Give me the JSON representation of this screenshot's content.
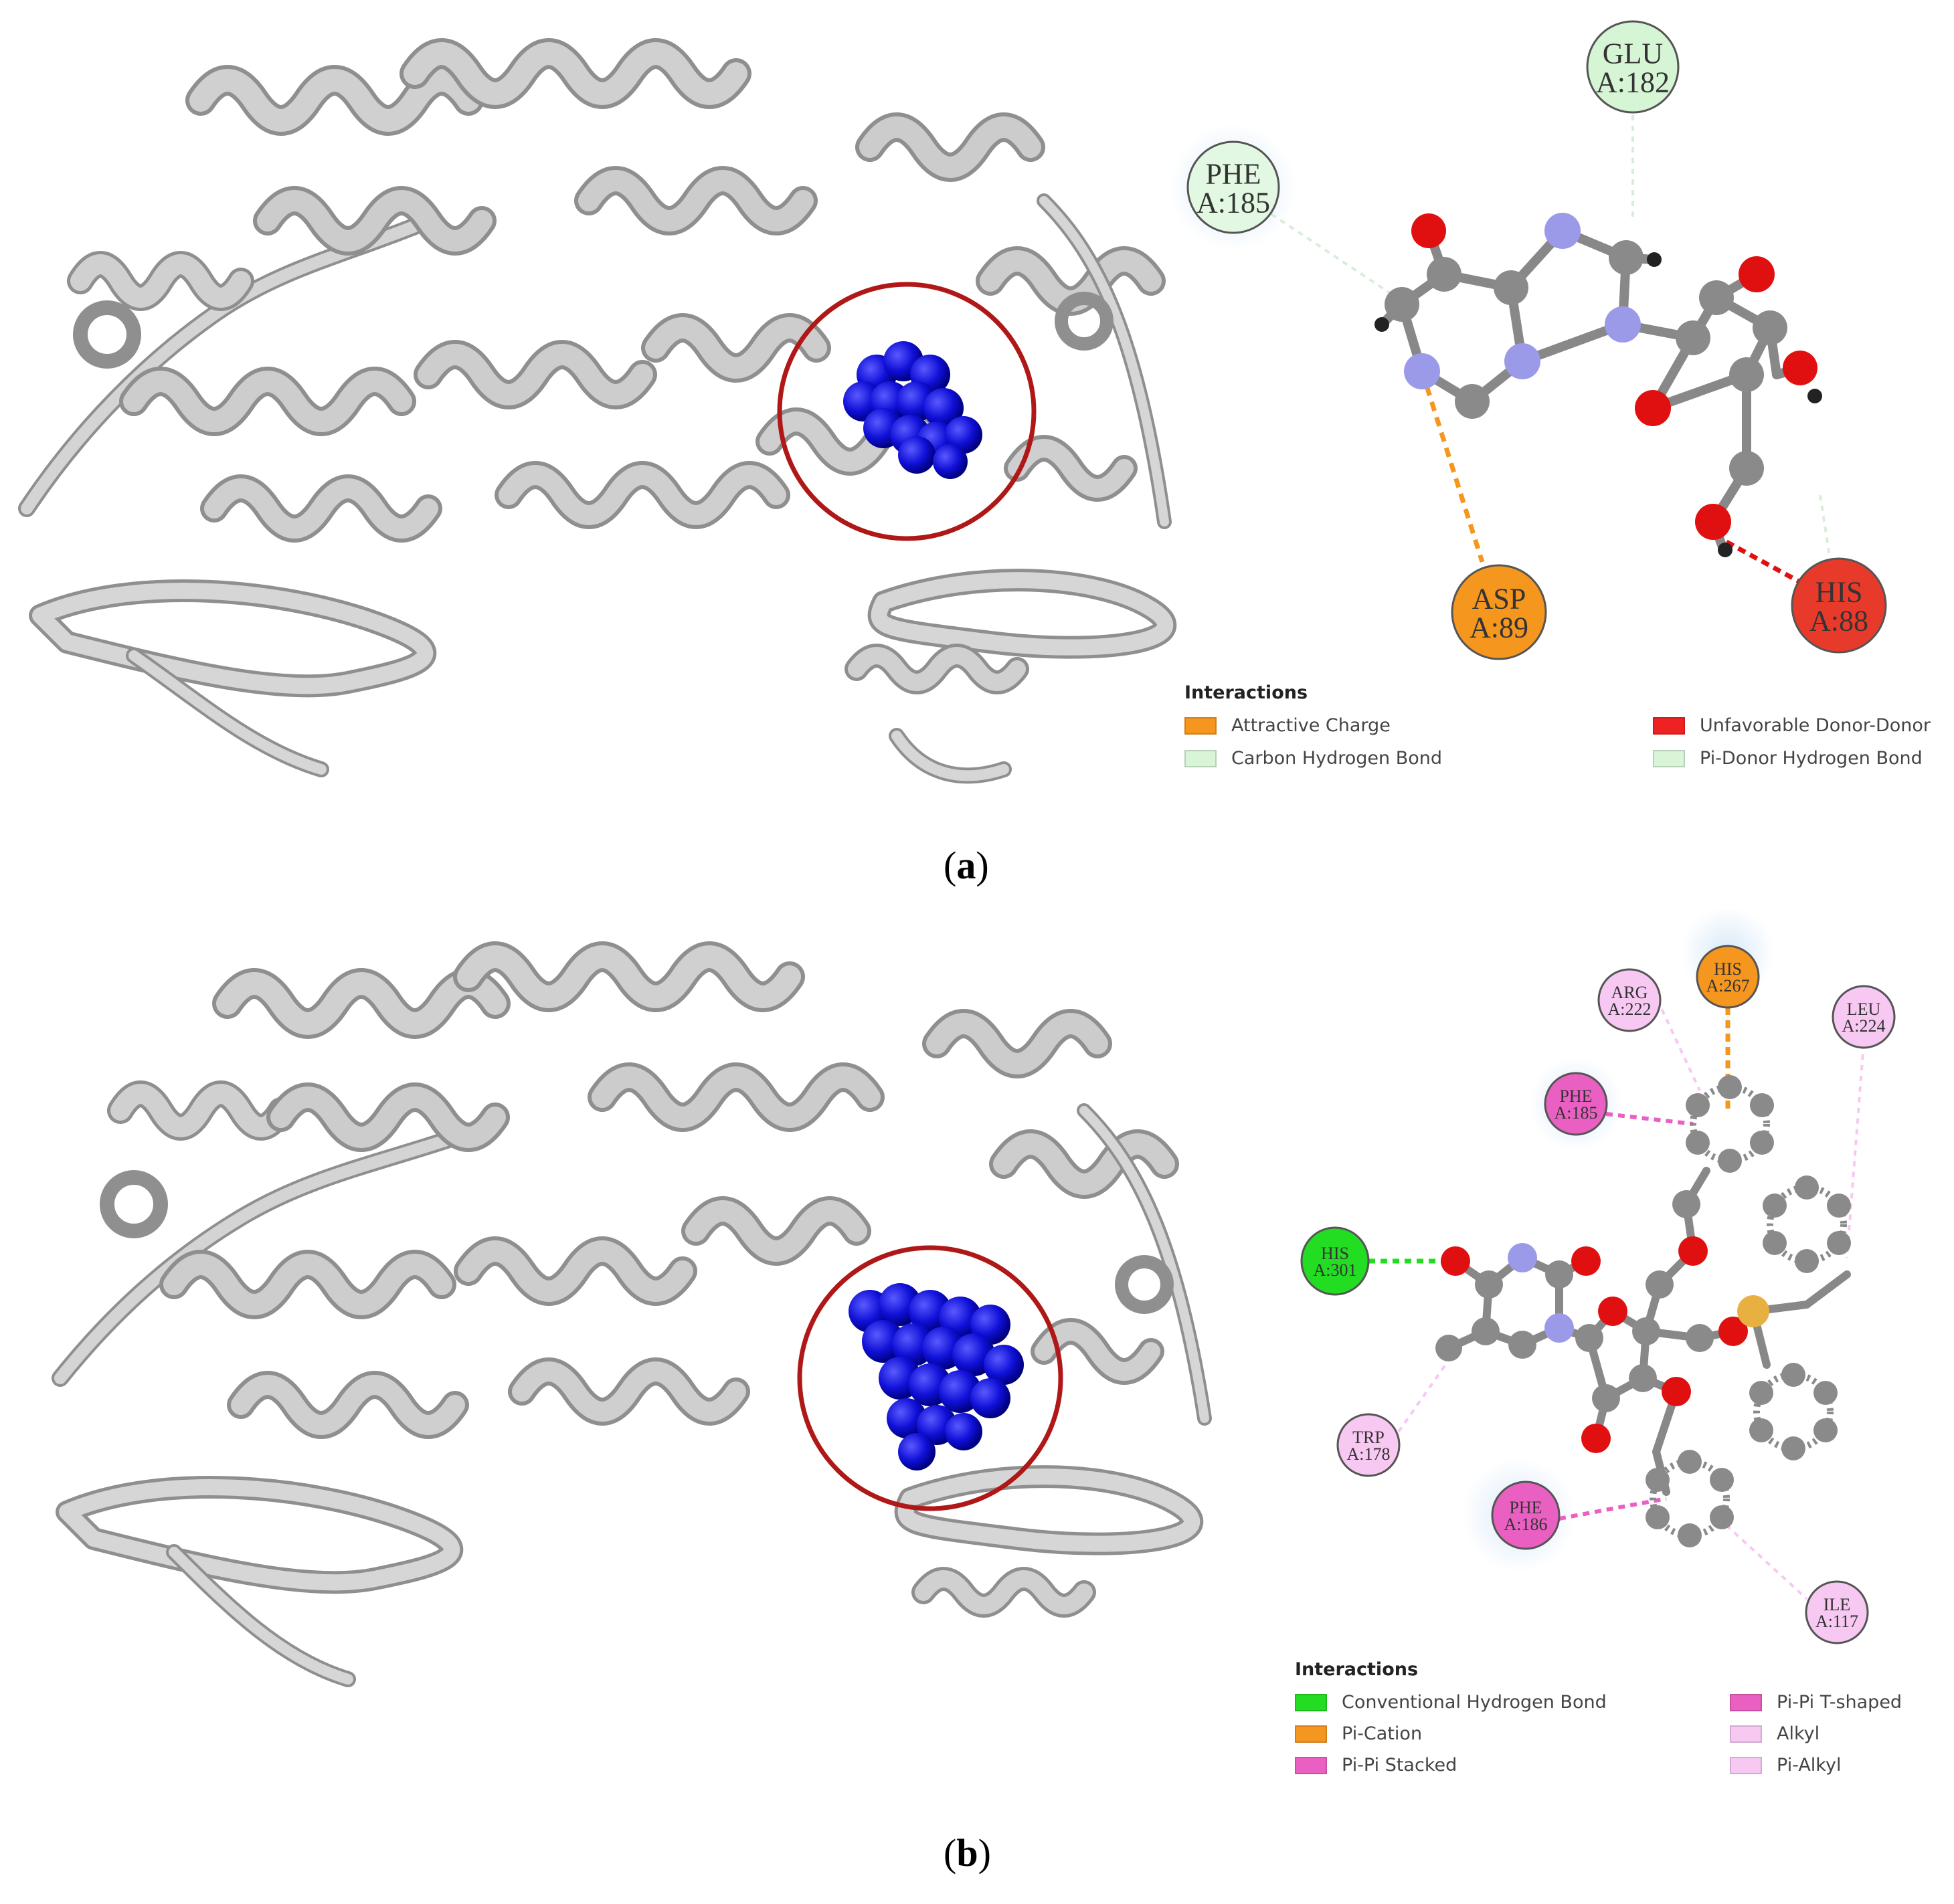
{
  "panel_a": {
    "caption_label": "a",
    "residues": [
      {
        "name": "GLU",
        "pos": "A:182",
        "color": "#d5f5d5"
      },
      {
        "name": "PHE",
        "pos": "A:185",
        "color": "#e2f8e2"
      },
      {
        "name": "ASP",
        "pos": "A:89",
        "color": "#f5961e"
      },
      {
        "name": "HIS",
        "pos": "A:88",
        "color": "#e83a2a"
      }
    ],
    "legend": {
      "title": "Interactions",
      "items": [
        {
          "label": "Attractive Charge",
          "color": "#f5961e"
        },
        {
          "label": "Unfavorable Donor-Donor",
          "color": "#ee2222"
        },
        {
          "label": "Carbon Hydrogen Bond",
          "color": "#d8f5d8"
        },
        {
          "label": "Pi-Donor Hydrogen Bond",
          "color": "#d8f5d8"
        }
      ]
    }
  },
  "panel_b": {
    "caption_label": "b",
    "residues": [
      {
        "name": "ARG",
        "pos": "A:222",
        "color": "#f7c8f2"
      },
      {
        "name": "HIS",
        "pos": "A:267",
        "color": "#f5961e"
      },
      {
        "name": "LEU",
        "pos": "A:224",
        "color": "#f7c8f2"
      },
      {
        "name": "PHE",
        "pos": "A:185",
        "color": "#ea5fc2"
      },
      {
        "name": "HIS",
        "pos": "A:301",
        "color": "#22dd22"
      },
      {
        "name": "TRP",
        "pos": "A:178",
        "color": "#f7c8f2"
      },
      {
        "name": "PHE",
        "pos": "A:186",
        "color": "#ea5fc2"
      },
      {
        "name": "ILE",
        "pos": "A:117",
        "color": "#f7c8f2"
      }
    ],
    "legend": {
      "title": "Interactions",
      "items": [
        {
          "label": "Conventional Hydrogen Bond",
          "color": "#22dd22"
        },
        {
          "label": "Pi-Pi T-shaped",
          "color": "#ea5fc2"
        },
        {
          "label": "Pi-Cation",
          "color": "#f5961e"
        },
        {
          "label": "Alkyl",
          "color": "#f7c8f2"
        },
        {
          "label": "Pi-Pi Stacked",
          "color": "#ea5fc2"
        },
        {
          "label": "Pi-Alkyl",
          "color": "#f7c8f2"
        }
      ]
    }
  },
  "colors": {
    "ribbon": "#c8c8c8",
    "ribbon_edge": "#8f8f8f",
    "ligand_sphere": "#1010d8",
    "highlight_circle": "#b01818",
    "carbon": "#8a8a8a",
    "oxygen": "#e01010",
    "nitrogen": "#9a9ae8",
    "sulfur": "#e8b040"
  }
}
